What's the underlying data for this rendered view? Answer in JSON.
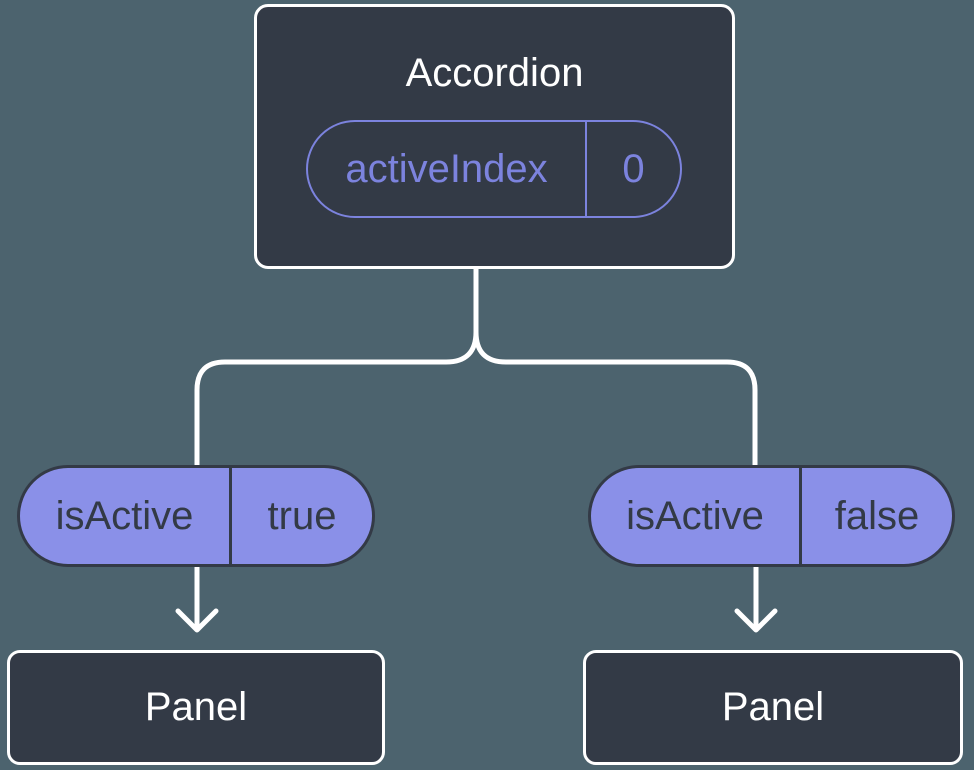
{
  "diagram": {
    "root": {
      "title": "Accordion",
      "state": {
        "name": "activeIndex",
        "value": "0"
      }
    },
    "branches": [
      {
        "prop": {
          "name": "isActive",
          "value": "true"
        },
        "child": {
          "title": "Panel"
        }
      },
      {
        "prop": {
          "name": "isActive",
          "value": "false"
        },
        "child": {
          "title": "Panel"
        }
      }
    ]
  },
  "colors": {
    "background": "#4C636E",
    "node-fill": "#333A46",
    "node-border": "#FFFFFF",
    "pill-fill": "#8A90E8",
    "pill-border": "#333A46",
    "accent": "#7C83DE",
    "text-light": "#FFFFFF",
    "text-dark": "#333A46",
    "connector": "#FFFFFF"
  }
}
